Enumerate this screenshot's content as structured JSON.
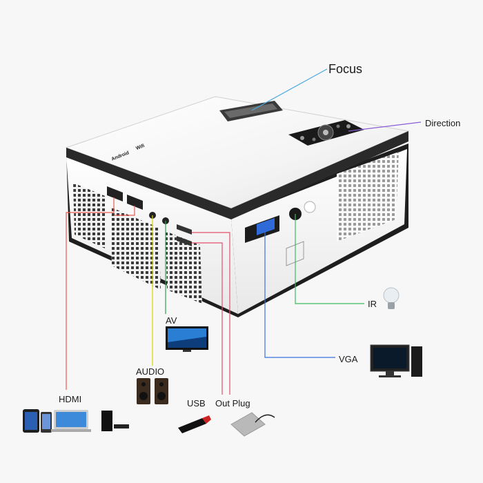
{
  "labels": {
    "focus": "Focus",
    "direction": "Direction",
    "ir": "IR",
    "vga": "VGA",
    "av": "AV",
    "audio": "AUDIO",
    "hdmi": "HDMI",
    "usb": "USB",
    "out_plug": "Out Plug"
  },
  "logos": {
    "android": "Android",
    "wifi": "Wifi"
  },
  "colors": {
    "focus_line": "#4aa8e0",
    "direction_line": "#8a5cd6",
    "ir_line": "#3dbb5c",
    "vga_line": "#3a6fe0",
    "av_line": "#2f9e52",
    "audio_line": "#d8d800",
    "hdmi_line": "#ee5a4e",
    "usb_line": "#e2506a"
  }
}
